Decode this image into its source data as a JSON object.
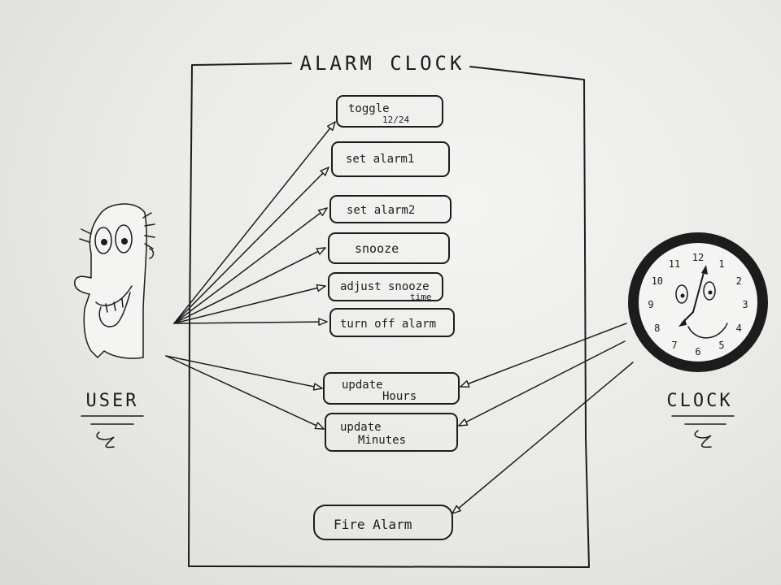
{
  "title": "ALARM CLOCK",
  "actors": {
    "user": {
      "label": "USER"
    },
    "clock": {
      "label": "CLOCK"
    }
  },
  "use_cases": {
    "toggle": {
      "line1": "toggle",
      "line2": "12/24"
    },
    "set_alarm1": {
      "line1": "set alarm1"
    },
    "set_alarm2": {
      "line1": "set alarm2"
    },
    "snooze": {
      "line1": "snooze"
    },
    "adjust_snooze": {
      "line1": "adjust snooze",
      "line2": "time"
    },
    "turn_off_alarm": {
      "line1": "turn off alarm"
    },
    "update_hours": {
      "line1": "update",
      "line2": "Hours"
    },
    "update_minutes": {
      "line1": "update",
      "line2": "Minutes"
    },
    "fire_alarm": {
      "line1": "Fire Alarm"
    }
  },
  "clock_face": {
    "numerals": [
      "12",
      "1",
      "2",
      "3",
      "4",
      "5",
      "6",
      "7",
      "8",
      "9",
      "10",
      "11"
    ]
  },
  "associations": {
    "user": [
      "toggle",
      "set_alarm1",
      "set_alarm2",
      "snooze",
      "adjust_snooze",
      "turn_off_alarm",
      "update_hours",
      "update_minutes"
    ],
    "clock": [
      "update_hours",
      "update_minutes",
      "fire_alarm"
    ]
  },
  "colors": {
    "ink": "#1c1c1c",
    "paper": "#efefed"
  }
}
